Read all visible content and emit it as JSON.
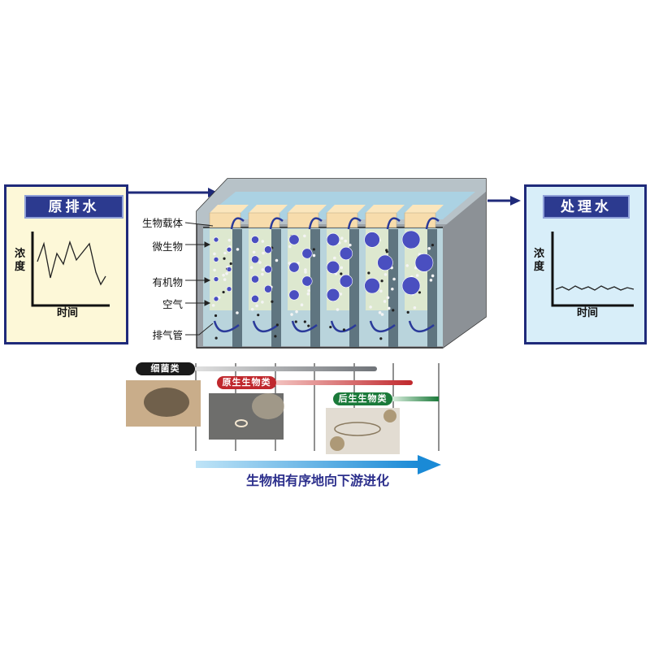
{
  "influent": {
    "title": "原排水",
    "ylabel": "浓度",
    "xlabel": "时间"
  },
  "effluent": {
    "title": "处理水",
    "ylabel": "浓度",
    "xlabel": "时间"
  },
  "tank_labels": [
    "生物载体",
    "微生物",
    "有机物",
    "空气",
    "排气管"
  ],
  "organisms": [
    {
      "label": "细菌类",
      "color": "#1a1a1a"
    },
    {
      "label": "原生生物类",
      "color": "#c0282d"
    },
    {
      "label": "后生生物类",
      "color": "#1b7a3a"
    }
  ],
  "caption": "生物相有序地向下游进化",
  "colors": {
    "navy": "#1f2a7a",
    "influent_bg": "#fdf8d8",
    "effluent_bg": "#d8eef9",
    "arrow": "#1a8ad6"
  }
}
